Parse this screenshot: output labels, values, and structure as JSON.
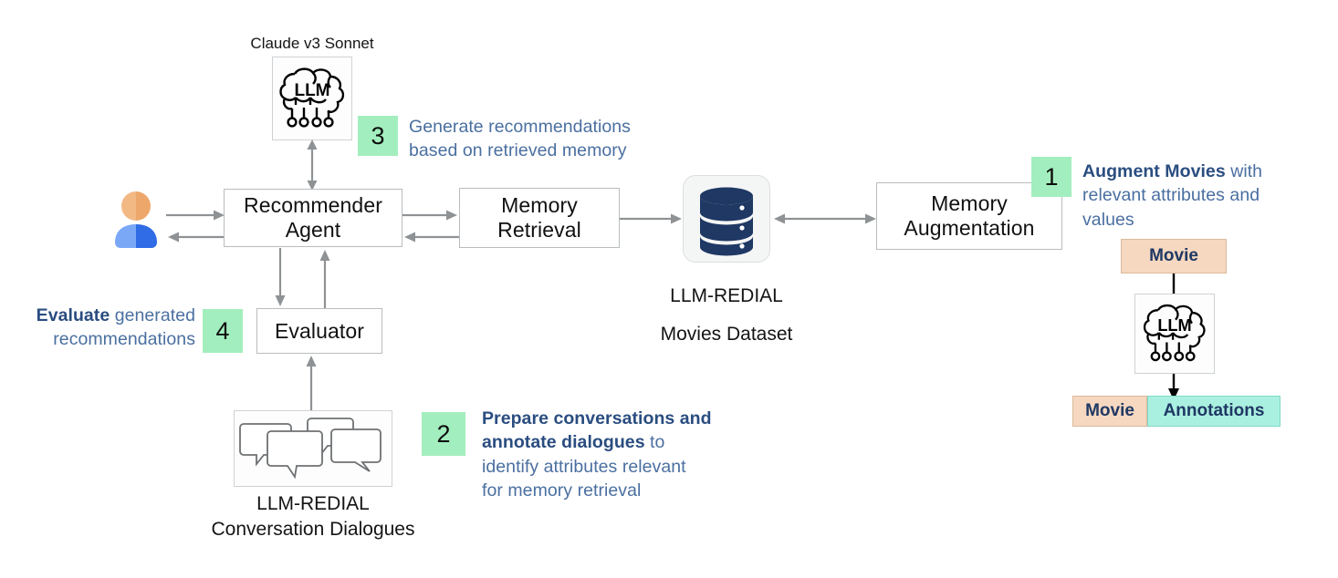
{
  "diagram": {
    "title": "LLM-REDIAL memory augmented recommender agent workflow",
    "accent_green": "#a3eebe",
    "accent_blue_text": "#4a6fa0",
    "peach": "#f6d8c0",
    "mint": "#aaf0e0",
    "db_navy": "#1f3864"
  },
  "labels": {
    "claude_model": "Claude v3 Sonnet",
    "llm_badge": "LLM",
    "llm_badge_2": "LLM",
    "dataset_line1": "LLM-REDIAL",
    "dataset_line2": "Movies Dataset",
    "dialogues_line1": "LLM-REDIAL",
    "dialogues_line2": "Conversation Dialogues"
  },
  "boxes": {
    "recommender_agent": "Recommender\nAgent",
    "recommender_agent_l1": "Recommender",
    "recommender_agent_l2": "Agent",
    "memory_retrieval_l1": "Memory",
    "memory_retrieval_l2": "Retrieval",
    "memory_augmentation_l1": "Memory",
    "memory_augmentation_l2": "Augmentation",
    "evaluator": "Evaluator"
  },
  "steps": [
    {
      "number": "1",
      "text_bold": "Augment Movies",
      "text_rest": " with relevant attributes and values",
      "line1_bold": "Augment Movies",
      "line1_rest": " with",
      "line2": "relevant attributes and",
      "line3": "values"
    },
    {
      "number": "2",
      "line1_bold": "Prepare conversations and",
      "line2_bold": "annotate dialogues",
      "line2_rest": " to",
      "line3": "identify attributes relevant",
      "line4": "for memory retrieval"
    },
    {
      "number": "3",
      "line1": "Generate recommendations",
      "line2": "based  on retrieved memory"
    },
    {
      "number": "4",
      "line1_bold": "Evaluate",
      "line1_rest": " generated",
      "line2": "recommendations"
    }
  ],
  "er": {
    "movie_top": "Movie",
    "movie_bottom": "Movie",
    "annotations": "Annotations"
  }
}
